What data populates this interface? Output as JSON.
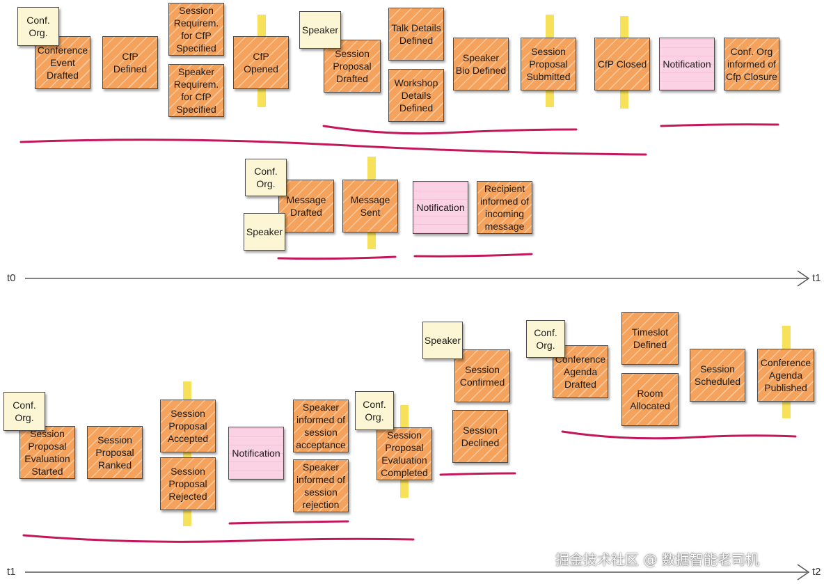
{
  "timeline": {
    "top": {
      "start": "t0",
      "end": "t1"
    },
    "bottom": {
      "start": "t1",
      "end": "t2"
    }
  },
  "watermark": "掘金技术社区 @ 数据智能老司机",
  "colors": {
    "event": "#f5a35c",
    "policy": "#fbd1e4",
    "actor": "#fdf6d5",
    "pivot": "#f7e15a",
    "underline": "#c2185b",
    "axis": "#555555"
  },
  "stickies": {
    "conference_event_drafted": "Conference Event Drafted",
    "cfp_defined": "CfP Defined",
    "session_requirem_cfp": "Session Requirem. for CfP Specified",
    "speaker_requirem_cfp": "Speaker Requirem. for CfP Specified",
    "cfp_opened": "CfP Opened",
    "session_proposal_drafted": "Session Proposal Drafted",
    "talk_details_defined": "Talk Details Defined",
    "workshop_details_defined": "Workshop Details Defined",
    "speaker_bio_defined": "Speaker Bio Defined",
    "session_proposal_submitted": "Session Proposal Submitted",
    "cfp_closed": "CfP Closed",
    "notification_1": "Notification",
    "conf_org_informed_cfp_closure": "Conf. Org informed of Cfp Closure",
    "message_drafted": "Message Drafted",
    "message_sent": "Message Sent",
    "notification_2": "Notification",
    "recipient_informed": "Recipient informed of incoming message",
    "session_proposal_evaluation_started": "Session Proposal Evaluation Started",
    "session_proposal_ranked": "Session Proposal Ranked",
    "session_proposal_accepted": "Session Proposal Accepted",
    "session_proposal_rejected": "Session Proposal Rejected",
    "notification_3": "Notification",
    "speaker_informed_acceptance": "Speaker informed of session acceptance",
    "speaker_informed_rejection": "Speaker informed of session rejection",
    "session_proposal_evaluation_completed": "Session Proposal Evaluation Completed",
    "session_confirmed": "Session Confirmed",
    "session_declined": "Session Declined",
    "conference_agenda_drafted": "Conference Agenda Drafted",
    "timeslot_defined": "Timeslot Defined",
    "room_allocated": "Room Allocated",
    "session_scheduled": "Session Scheduled",
    "conference_agenda_published": "Conference Agenda Published"
  },
  "actors": {
    "conf_org_1": "Conf. Org.",
    "speaker_1": "Speaker",
    "conf_org_2": "Conf. Org.",
    "speaker_2": "Speaker",
    "conf_org_3": "Conf. Org.",
    "conf_org_4": "Conf. Org.",
    "speaker_3": "Speaker",
    "conf_org_5": "Conf. Org."
  }
}
